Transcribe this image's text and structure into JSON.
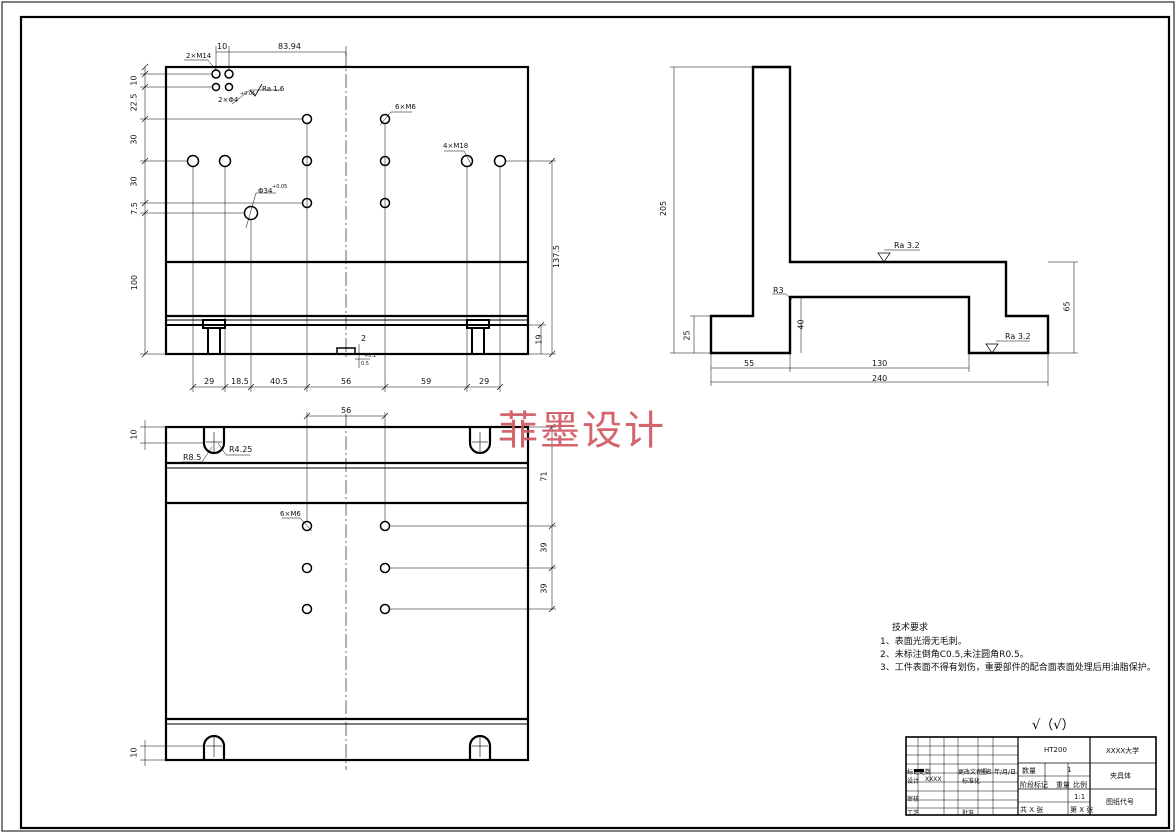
{
  "watermark": "菲墨设计",
  "front_view": {
    "dims_top": [
      "10",
      "83.94"
    ],
    "dims_left": [
      "10",
      "22.5",
      "30",
      "30",
      "7.5",
      "100"
    ],
    "dims_bottom": [
      "29",
      "18.5",
      "40.5",
      "56",
      "59",
      "29"
    ],
    "dim_right_a": "137.5",
    "dim_right_b": "19",
    "callouts": {
      "m14": "2×M14",
      "phi4": "2×Φ4",
      "phi4_tol": "+0.05",
      "ra16": "Ra 1.6",
      "m6": "6×M6",
      "m18": "4×M18",
      "phi": "Φ34",
      "phi_tol": "+0.05",
      "slot_w": "2",
      "slot_d": "0.5",
      "slot_tol": "+0.1"
    }
  },
  "side_view": {
    "dim_height": "205",
    "dim_left_foot": "25",
    "dim_inner": "40",
    "dim_right": "65",
    "dim_55": "55",
    "dim_130": "130",
    "dim_240": "240",
    "radius": "R3",
    "ra_top": "Ra 3.2",
    "ra_bottom": "Ra 3.2"
  },
  "top_view": {
    "dim_top": "56",
    "dim_left_top": "10",
    "dim_left_bottom": "10",
    "r85": "R8.5",
    "r425": "R4.25",
    "m6": "6×M6",
    "dims_right": [
      "71",
      "39",
      "39"
    ]
  },
  "tech_req": {
    "title": "技术要求",
    "items": [
      "1、表面光滑无毛刺。",
      "2、未标注倒角C0.5,未注圆角R0.5。",
      "3、工件表面不得有划伤，重要部件的配合面表面处理后用油脂保护。"
    ]
  },
  "roughness_mark": "√（√）",
  "title_block": {
    "material": "HT200",
    "school": "XXXX大学",
    "qty_label": "数量",
    "qty": "1",
    "part_name": "夹具体",
    "stage_label": "阶段标记",
    "weight_label": "重量",
    "scale_label": "比例",
    "scale": "1:1",
    "drawing_no": "图纸代号",
    "sheet_label": "共 X 张",
    "sheet_label2": "第 X 张",
    "row_mark": "标记",
    "row_count": "处数",
    "row_file": "更改文件号",
    "row_sign": "签名",
    "row_date": "年/月/日",
    "design": "设计",
    "design_name": "XXXX",
    "std": "标准化",
    "check": "审核",
    "craft": "工艺",
    "approve": "批准"
  }
}
